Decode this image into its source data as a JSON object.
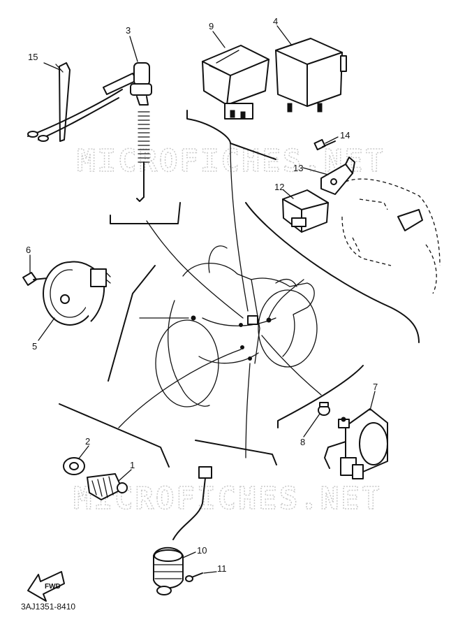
{
  "watermark": {
    "text": "MICROFICHES.NET"
  },
  "diagram_code": "3AJ1351-8410",
  "fwd_label": "FWD",
  "callouts": [
    {
      "id": "c1",
      "label": "1"
    },
    {
      "id": "c2",
      "label": "2"
    },
    {
      "id": "c3",
      "label": "3"
    },
    {
      "id": "c4",
      "label": "4"
    },
    {
      "id": "c5",
      "label": "5"
    },
    {
      "id": "c6",
      "label": "6"
    },
    {
      "id": "c7",
      "label": "7"
    },
    {
      "id": "c8",
      "label": "8"
    },
    {
      "id": "c9",
      "label": "9"
    },
    {
      "id": "c10",
      "label": "10"
    },
    {
      "id": "c11",
      "label": "11"
    },
    {
      "id": "c12",
      "label": "12"
    },
    {
      "id": "c13",
      "label": "13"
    },
    {
      "id": "c14",
      "label": "14"
    },
    {
      "id": "c15",
      "label": "15"
    }
  ]
}
